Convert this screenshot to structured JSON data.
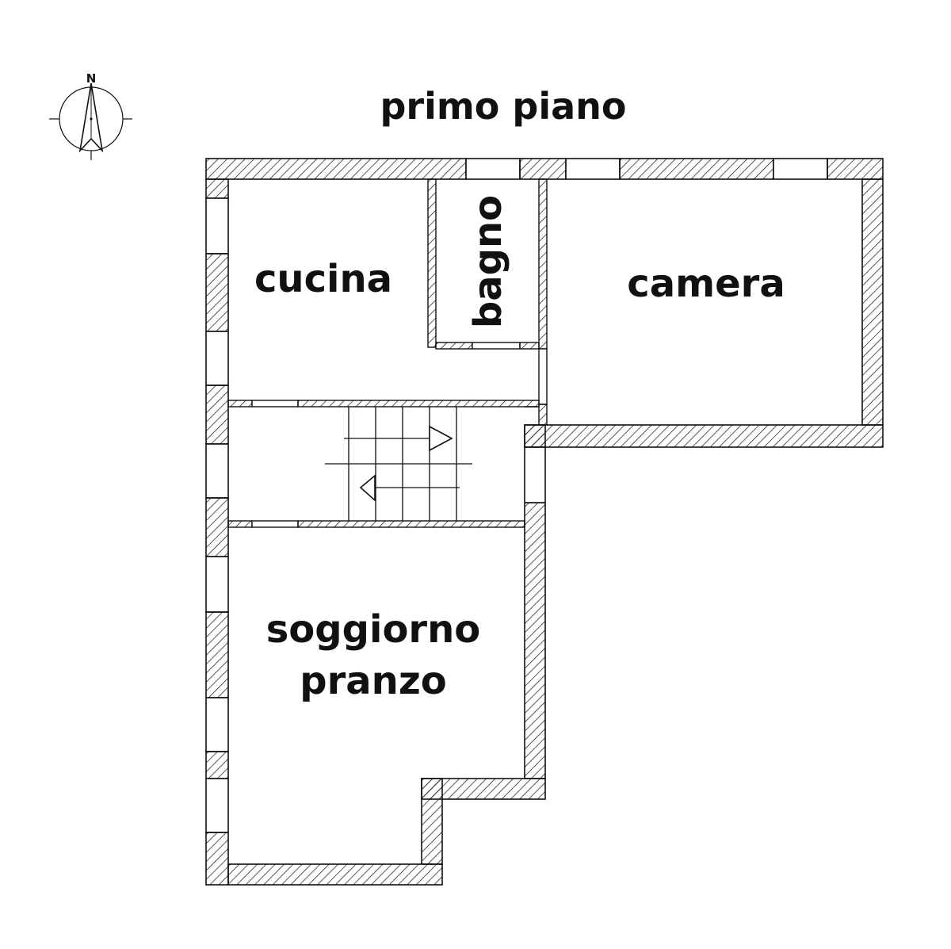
{
  "title": "primo piano",
  "compass": {
    "north_letter": "N",
    "icon": "north-arrow-icon"
  },
  "rooms": {
    "cucina": "cucina",
    "bagno": "bagno",
    "camera": "camera",
    "soggiorno_line1": "soggiorno",
    "soggiorno_line2": "pranzo"
  },
  "colors": {
    "line": "#111111",
    "background": "#ffffff"
  }
}
